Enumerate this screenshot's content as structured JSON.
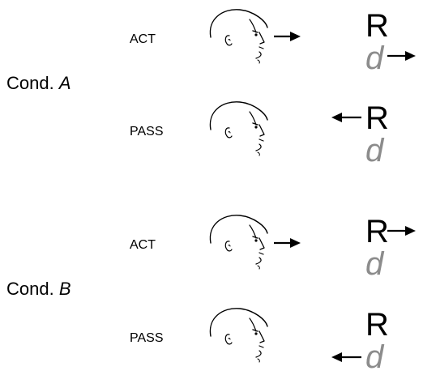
{
  "conditions": [
    {
      "prefix": "Cond.",
      "letter": "A",
      "rows": [
        {
          "label": "ACT",
          "letter_upper": "R",
          "letter_lower": "d"
        },
        {
          "label": "PASS",
          "letter_upper": "R",
          "letter_lower": "d"
        }
      ]
    },
    {
      "prefix": "Cond.",
      "letter": "B",
      "rows": [
        {
          "label": "ACT",
          "letter_upper": "R",
          "letter_lower": "d"
        },
        {
          "label": "PASS",
          "letter_upper": "R",
          "letter_lower": "d"
        }
      ]
    }
  ],
  "colors": {
    "ink": "#000000",
    "lower_letter": "#8c8c8c"
  },
  "icons": {
    "head": "head-profile-icon",
    "arrow_right": "arrow-right-icon",
    "arrow_left": "arrow-left-icon"
  }
}
